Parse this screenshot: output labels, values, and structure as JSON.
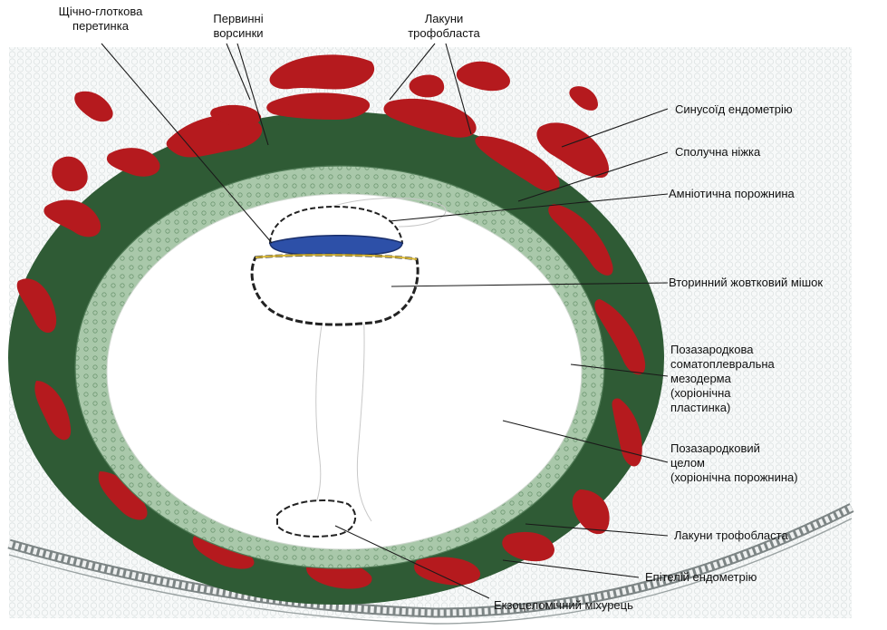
{
  "labels": {
    "cheek_membrane": "Щічно-глоткова\nперетинка",
    "primary_villi": "Первинні\nворсинки",
    "lacunae_top": "Лакуни\nтрофобласта",
    "endometrial_sinusoid": "Синусоїд ендометрію",
    "connecting_stalk": "Сполучна ніжка",
    "amniotic_cavity": "Амніотична порожнина",
    "secondary_yolk_sac": "Вторинний жовтковий мішок",
    "extraembryonic_mesoderm": "Позазародкова\nсоматоплевральна\nмезодерма\n(хоріонічна\nпластинка)",
    "extraembryonic_coelom": "Позазародковий\nцелом\n(хоріонічна порожнина)",
    "lacunae_bottom": "Лакуни трофобласта",
    "endometrial_epithelium": "Епітелій ендометрію",
    "exocoelomic_vesicle": "Екзоцеломічний міхурець"
  },
  "colors": {
    "background": "#ffffff",
    "endometrium": "#f4f6f6",
    "syncytiotrophoblast": "#2f5b35",
    "lacunae": "#b51a1e",
    "cytotrophoblast": "#a9c8aa",
    "amnion": "#2d50a8",
    "yolk_sac_wall": "#d9b838",
    "leader_line": "#1a1a1a"
  }
}
